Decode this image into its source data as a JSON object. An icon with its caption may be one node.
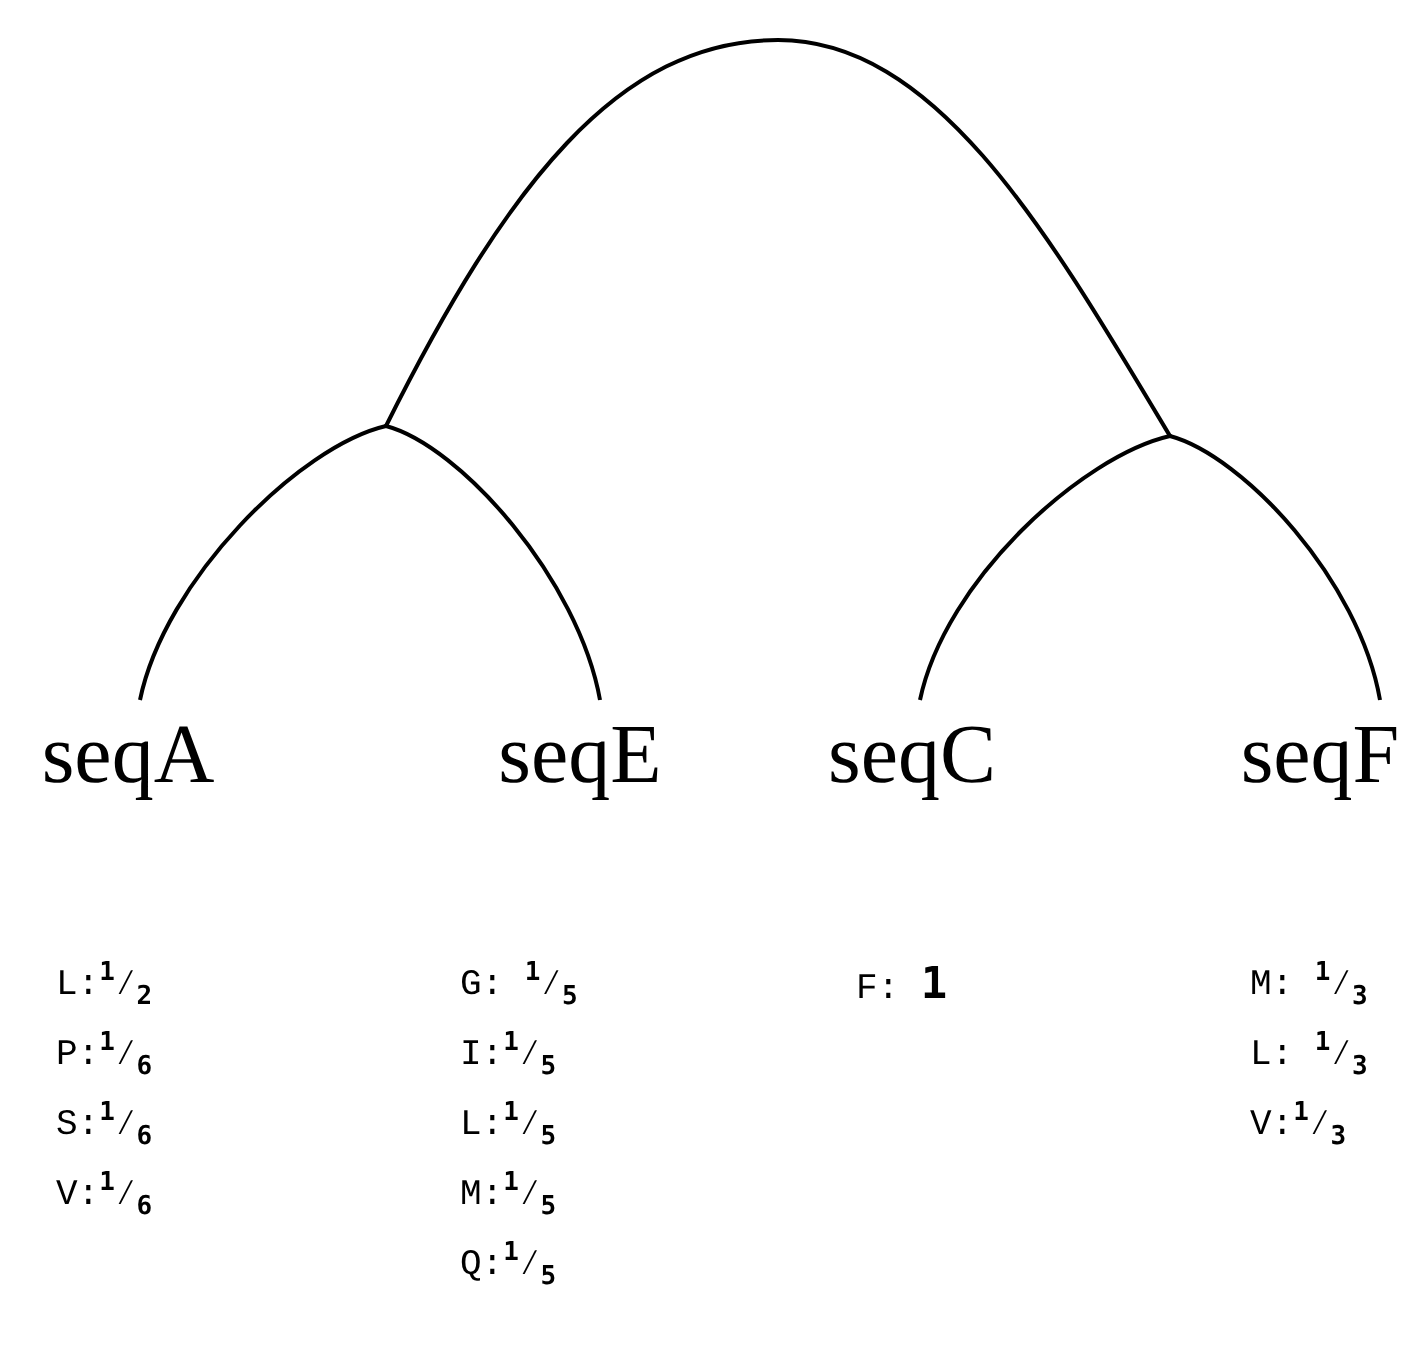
{
  "diagram": {
    "nodes": [
      {
        "text": [],
        "shape": "point"
      },
      {
        "text": [],
        "shape": "point"
      },
      {
        "text": [
          "seqA"
        ],
        "beside": [
          "L:$^{1}$⁄$_{2}$",
          "P:$^{1}$⁄$_{6}$",
          "S:$^{1}$⁄$_{6}$",
          "V:$^{1}$⁄$_{6}$"
        ]
      },
      {
        "text": [
          "seqE"
        ],
        "beside": [
          "G: $^{1}$⁄$_{5}$",
          "I:$^{1}$⁄$_{5}$",
          "L:$^{1}$⁄$_{5}$",
          "M:$^{1}$⁄$_{5}$",
          "Q:$^{1}$⁄$_{5}$"
        ]
      },
      {
        "text": [
          "seqC"
        ],
        "beside": [
          "F: **1**"
        ]
      },
      {
        "text": [
          "seqF"
        ],
        "beside": [
          "M: $^{1}$⁄$_{3}$",
          "L: $^{1}$⁄$_{3}$",
          "V:$^{1}$⁄$_{3}$"
        ]
      }
    ],
    "edges": [
      {
        "from": 0,
        "to": 1,
        "arrow": "none"
      },
      {
        "from": 0,
        "to": 2,
        "arrow": "none"
      },
      {
        "from": 0,
        "to": 3,
        "arrow": "none"
      },
      {
        "from": 1,
        "to": 4,
        "arrow": "none"
      },
      {
        "from": 1,
        "to": 5,
        "arrow": "none"
      }
    ]
  }
}
